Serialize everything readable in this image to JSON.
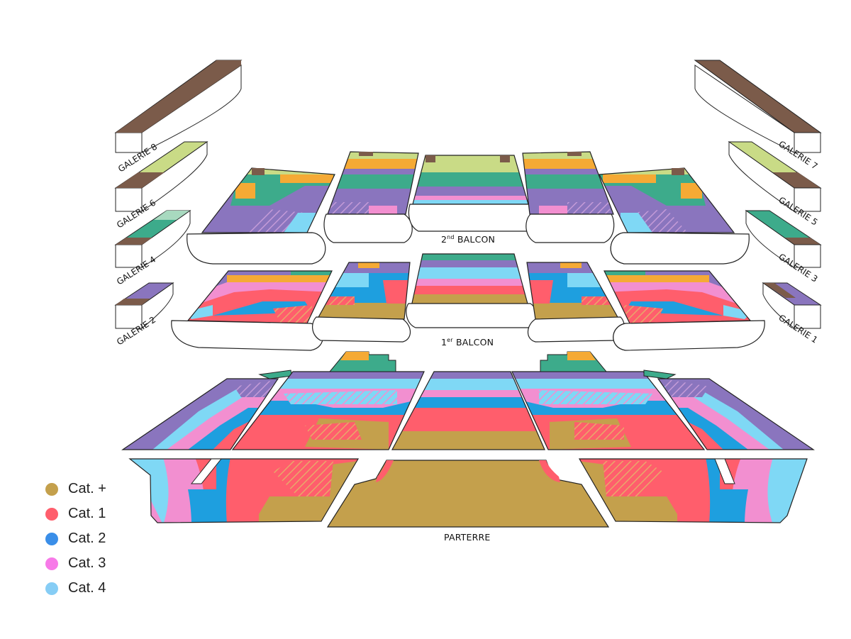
{
  "colors": {
    "cat_plus": "#C4A04C",
    "cat_1": "#FF5E6C",
    "cat_2": "#1E9FDF",
    "cat_3": "#F28FD0",
    "cat_4": "#7FD8F5",
    "purple": "#8A75BE",
    "green": "#3DAB8B",
    "lime": "#C9DB86",
    "orange": "#F5AA35",
    "brown": "#7B5B4A",
    "outline": "#222222"
  },
  "sections": {
    "balcon2_label_sup": "nd",
    "balcon2_label_num": "2",
    "balcon2_label": " BALCON",
    "balcon1_label_num": "1",
    "balcon1_label_sup": "er",
    "balcon1_label": " BALCON",
    "parterre_label": "PARTERRE"
  },
  "galleries": {
    "g8": "GALERIE 8",
    "g6": "GALERIE 6",
    "g4": "GALERIE 4",
    "g2": "GALERIE 2",
    "g7": "GALERIE 7",
    "g5": "GALERIE 5",
    "g3": "GALERIE 3",
    "g1": "GALERIE 1"
  },
  "legend": [
    {
      "label": "Cat. +",
      "color": "#C4A04C"
    },
    {
      "label": "Cat. 1",
      "color": "#FF5E6C"
    },
    {
      "label": "Cat. 2",
      "color": "#3A8EE8"
    },
    {
      "label": "Cat. 3",
      "color": "#F77AE8"
    },
    {
      "label": "Cat. 4",
      "color": "#86CDF5"
    }
  ]
}
